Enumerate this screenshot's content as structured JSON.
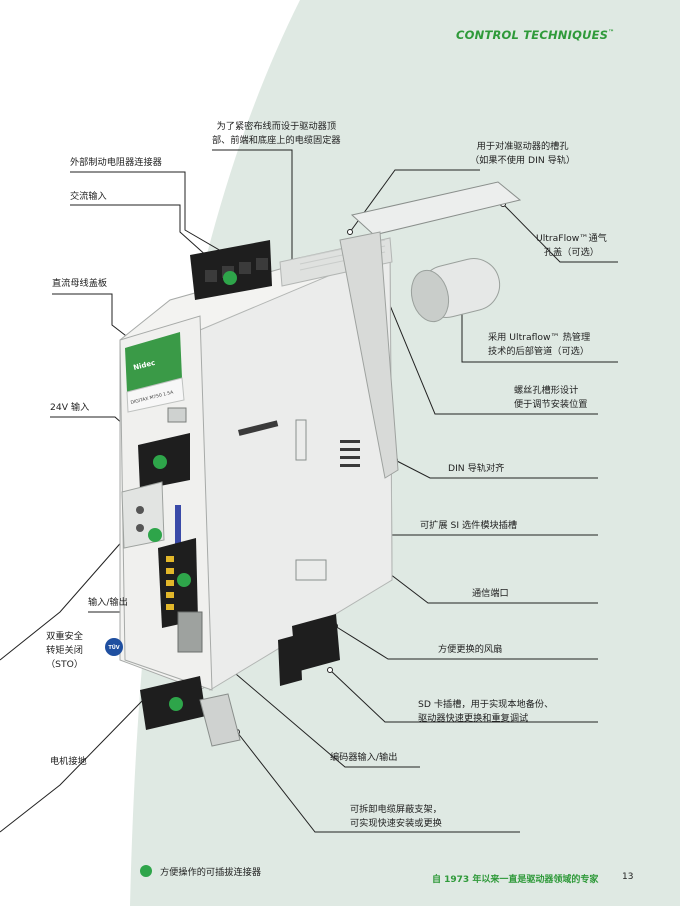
{
  "brand": {
    "name": "CONTROL TECHNIQUES",
    "tm": "™"
  },
  "callouts": {
    "cable_clamps": [
      "为了紧密布线而设于驱动器顶",
      "部、前端和底座上的电缆固定器"
    ],
    "brake_resistor": "外部制动电阻器连接器",
    "ac_input": "交流输入",
    "din_slot": [
      "用于对准驱动器的槽孔",
      "（如果不使用 DIN 导轨）"
    ],
    "ultraflow_cover": [
      "UltraFlow™通气",
      "孔盖（可选）"
    ],
    "dc_bus_cover": "直流母线盖板",
    "rear_duct": [
      "采用 Ultraflow™ 热管理",
      "技术的后部管道（可选）"
    ],
    "keyhole": [
      "螺丝孔槽形设计",
      "便于调节安装位置"
    ],
    "input_24v": "24V 输入",
    "din_align": "DIN 导轨对齐",
    "si_slot": "可扩展 SI 选件模块插槽",
    "comms": "通信端口",
    "io": "输入/输出",
    "sto": [
      "双重安全",
      "转矩关闭",
      "（STO）"
    ],
    "fan": "方便更换的风扇",
    "sd_slot": [
      "SD 卡插槽，用于实现本地备份、",
      "驱动器快速更换和重复调试"
    ],
    "motor_ground": "电机接地",
    "encoder": "编码器输入/输出",
    "shield_bracket": [
      "可拆卸电缆屏蔽支架，",
      "可实现快速安装或更换"
    ]
  },
  "product_label": {
    "brand": "Nidec",
    "model": "DIGITAX M750 1.5A"
  },
  "tuv_badge": "TÜV",
  "legend": "方便操作的可插拔连接器",
  "footer": "自 1973 年以来一直是驱动器领域的专家",
  "page_number": "13",
  "colors": {
    "accent_green": "#2ea54a",
    "brand_green": "#2f9a3a",
    "background_tint": "#dfe9e3"
  }
}
